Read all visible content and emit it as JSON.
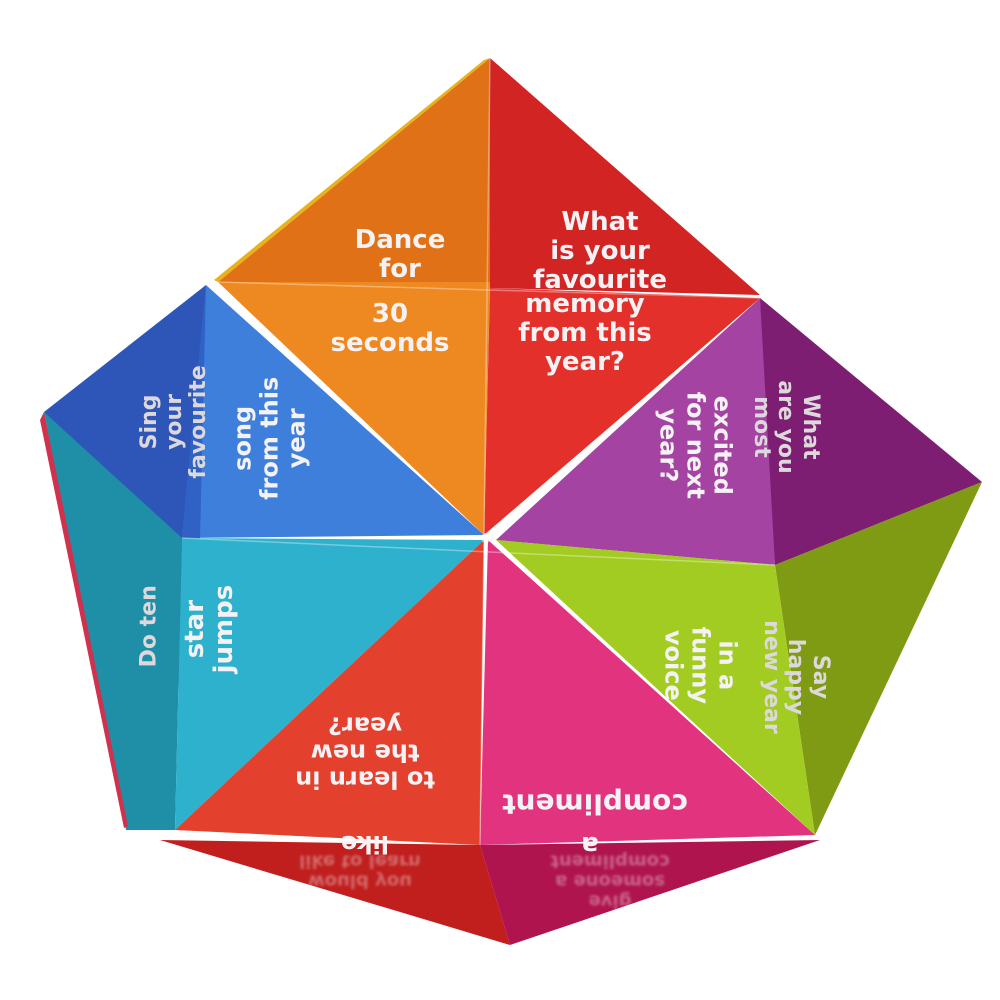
{
  "subject": "Paper fortune teller (cootie catcher) with New Year prompts",
  "colors": {
    "background": "#ffffff",
    "orange_dark": "#d9640f",
    "orange_light": "#ef8a1f",
    "red_top_dark": "#c41d1d",
    "red_top_light": "#e4302a",
    "blue_dark": "#2a4fb0",
    "blue_light": "#3f7fdc",
    "purple_dark": "#7a1c6e",
    "purple_light": "#a543a3",
    "teal_dark": "#1d8aa0",
    "teal_light": "#2db1cc",
    "green_dark": "#7f9a13",
    "green_light": "#a3cc22",
    "red_bottom_dark": "#b01a20",
    "red_bottom_light": "#e4402e",
    "pink_dark": "#b51450",
    "pink_light": "#e2347e",
    "text": "#f4f2f4"
  },
  "panels": {
    "orange_outer": "Dance\nfor",
    "orange_inner": "30\nseconds",
    "red_outer": "What\nis your\nfavourite",
    "red_inner": "memory\nfrom this\nyear?",
    "blue_outer": "Sing\nyour\nfavourite",
    "blue_inner": "song\nfrom this\nyear",
    "purple_outer": "What\nare you\nmost",
    "purple_inner": "excited\nfor next\nyear?",
    "teal_outer": "Do ten",
    "teal_inner": "star\njumps",
    "green_outer": "Say\nhappy\nnew year",
    "green_inner": "in a\nfunny\nvoice",
    "red_bottom_inner": "to learn in\nthe new\nyear?",
    "red_bottom_outer": "like",
    "pink_inner": "compliment",
    "pink_outer": "a",
    "reflection_left": "would you\nlike to learn",
    "reflection_right": "give\nsomeone a\ncompliment"
  }
}
